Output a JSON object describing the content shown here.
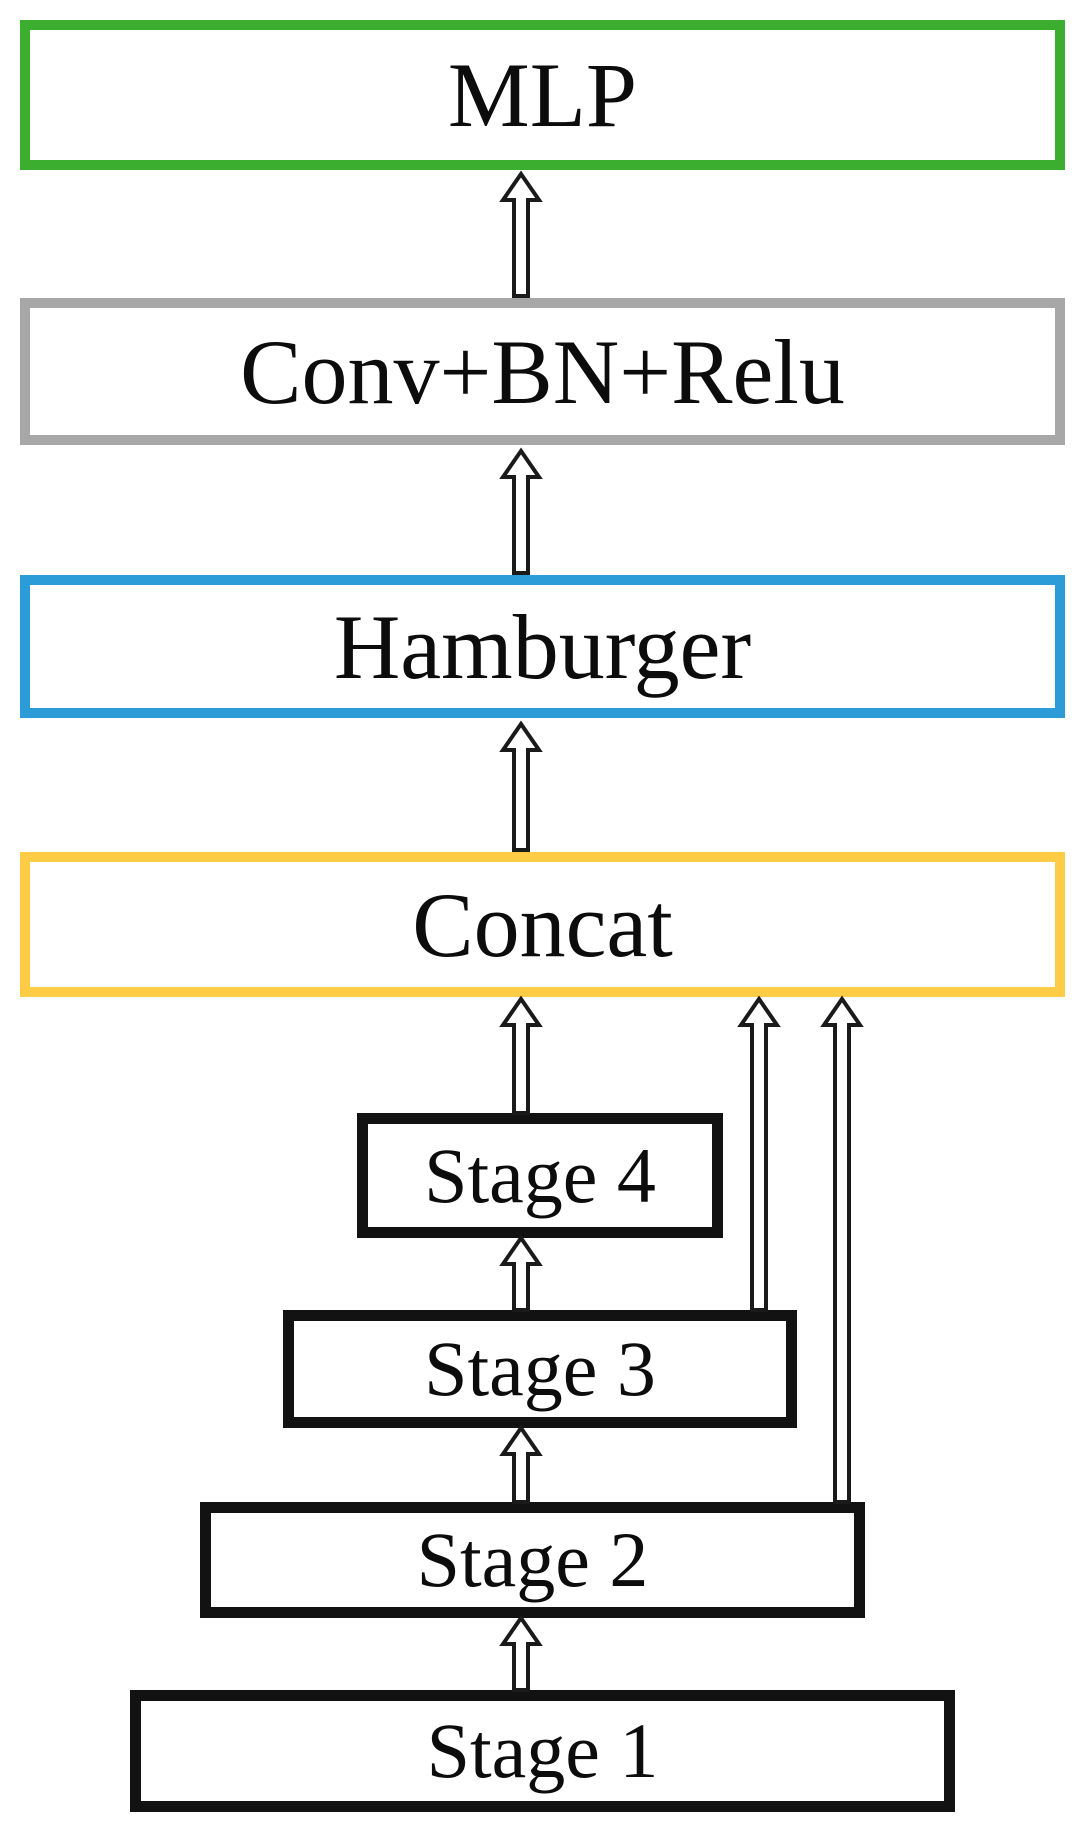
{
  "figure": {
    "description": "Backbone architecture flow diagram"
  },
  "colors": {
    "mlp_border": "#3bad2f",
    "conv_border": "#a7a7a7",
    "hamburger_border": "#2b9cd8",
    "concat_border": "#ffcd45",
    "stage_border": "#121212",
    "arrow_outline": "#1a1a1a",
    "arrow_fill": "#ffffff",
    "text": "#0c0c0c",
    "background": "#ffffff"
  },
  "nodes": {
    "mlp": {
      "label": "MLP"
    },
    "conv": {
      "label": "Conv+BN+Relu"
    },
    "hamburger": {
      "label": "Hamburger"
    },
    "concat": {
      "label": "Concat"
    },
    "stage4": {
      "label": "Stage 4"
    },
    "stage3": {
      "label": "Stage 3"
    },
    "stage2": {
      "label": "Stage 2"
    },
    "stage1": {
      "label": "Stage 1"
    }
  },
  "edges": [
    {
      "from": "conv",
      "to": "mlp"
    },
    {
      "from": "hamburger",
      "to": "conv"
    },
    {
      "from": "concat",
      "to": "hamburger"
    },
    {
      "from": "stage4",
      "to": "concat"
    },
    {
      "from": "stage3",
      "to": "concat"
    },
    {
      "from": "stage2",
      "to": "concat"
    },
    {
      "from": "stage3",
      "to": "stage4"
    },
    {
      "from": "stage2",
      "to": "stage3"
    },
    {
      "from": "stage1",
      "to": "stage2"
    }
  ]
}
